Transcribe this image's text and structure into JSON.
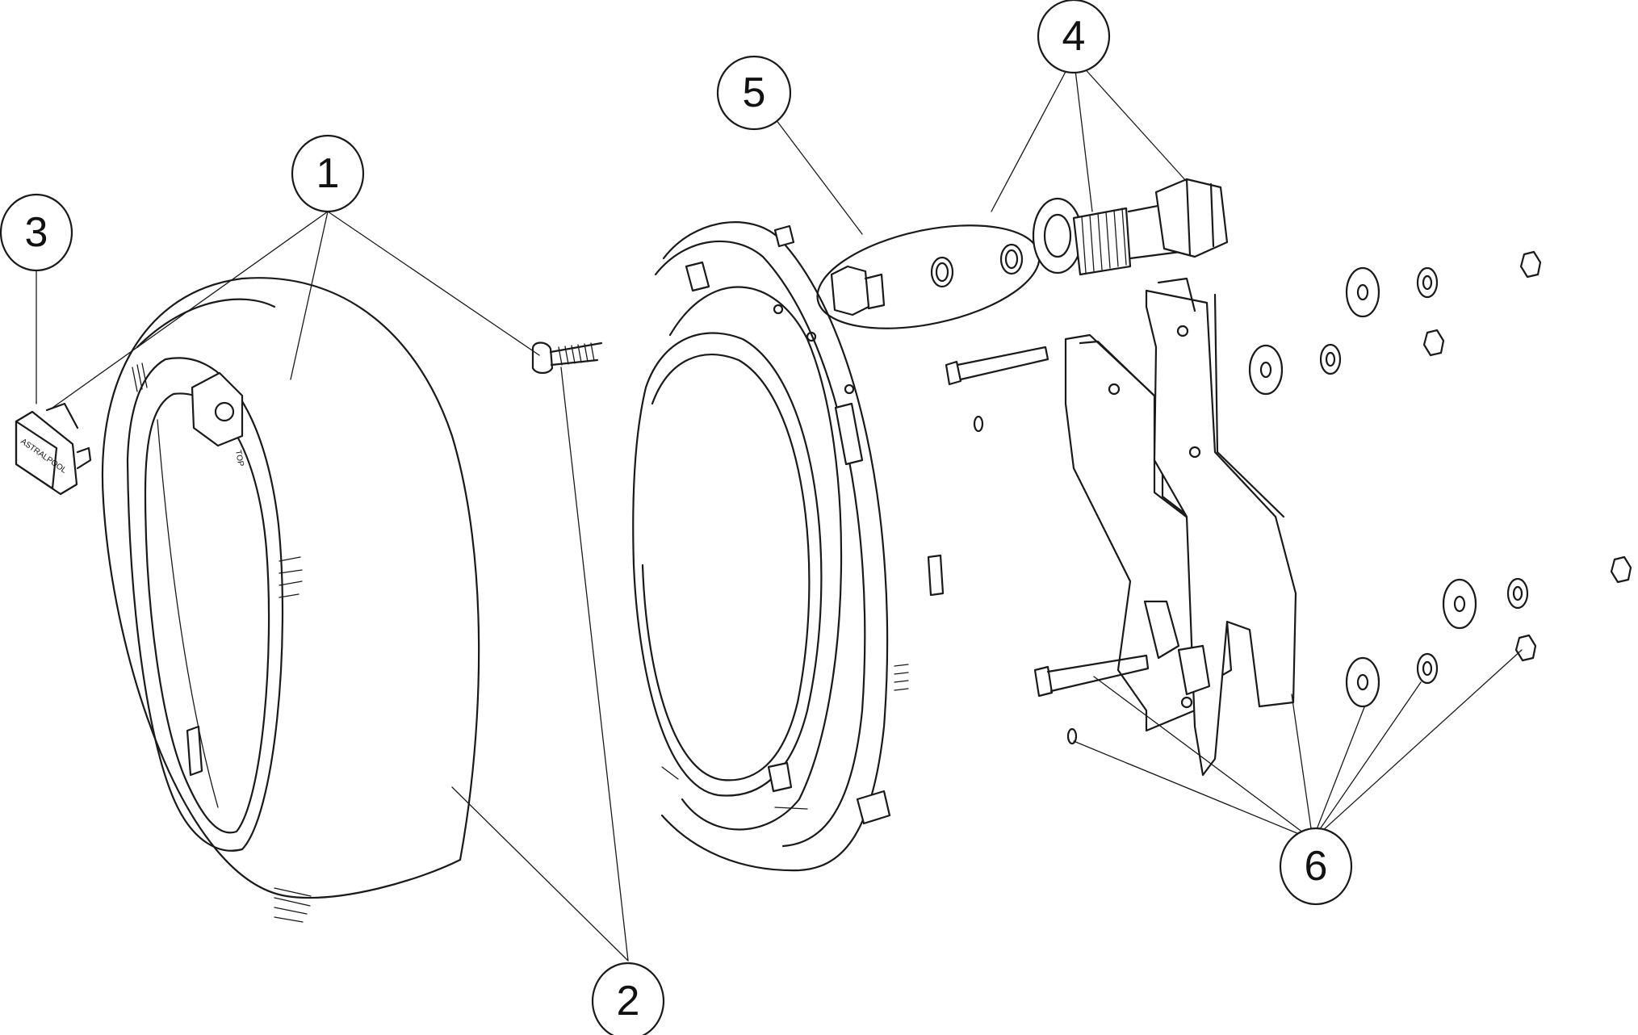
{
  "callouts": [
    {
      "id": "1",
      "label": "1"
    },
    {
      "id": "2",
      "label": "2"
    },
    {
      "id": "3",
      "label": "3"
    },
    {
      "id": "4",
      "label": "4"
    },
    {
      "id": "5",
      "label": "5"
    },
    {
      "id": "6",
      "label": "6"
    }
  ],
  "part_markings": {
    "front_ring_top": "TOP",
    "cover_brand": "ASTRALPOOL"
  }
}
